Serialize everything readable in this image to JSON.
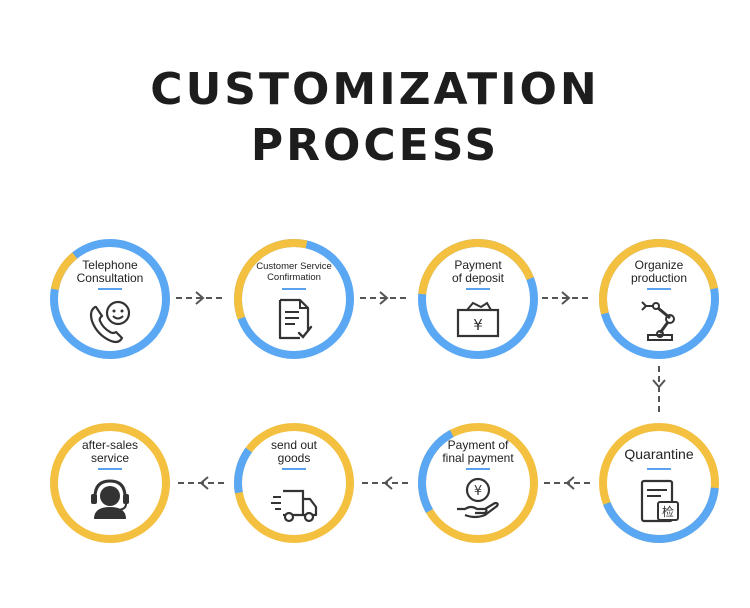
{
  "title": {
    "line1": "CUSTOMIZATION",
    "line2": "PROCESS"
  },
  "colors": {
    "blue": "#5aa7f4",
    "yellow": "#f3c03f",
    "underline": "#5aa2ee",
    "stroke": "#333333"
  },
  "steps": [
    {
      "label_line1": "Telephone",
      "label_line2": "Consultation",
      "icon": "phone-smile-icon"
    },
    {
      "label_line1": "Customer Service",
      "label_line2": "Confirmation",
      "icon": "document-check-icon"
    },
    {
      "label_line1": "Payment",
      "label_line2": "of deposit",
      "icon": "wallet-yen-icon"
    },
    {
      "label_line1": "Organize",
      "label_line2": "production",
      "icon": "robot-arm-icon"
    },
    {
      "label_line1": "Quarantine",
      "label_line2": "",
      "icon": "inspection-document-icon",
      "stamp": "检"
    },
    {
      "label_line1": "Payment of",
      "label_line2": "final payment",
      "icon": "hand-coin-yen-icon"
    },
    {
      "label_line1": "send out",
      "label_line2": "goods",
      "icon": "delivery-truck-icon"
    },
    {
      "label_line1": "after-sales",
      "label_line2": "service",
      "icon": "headset-agent-icon"
    }
  ],
  "yen_symbol": "¥"
}
